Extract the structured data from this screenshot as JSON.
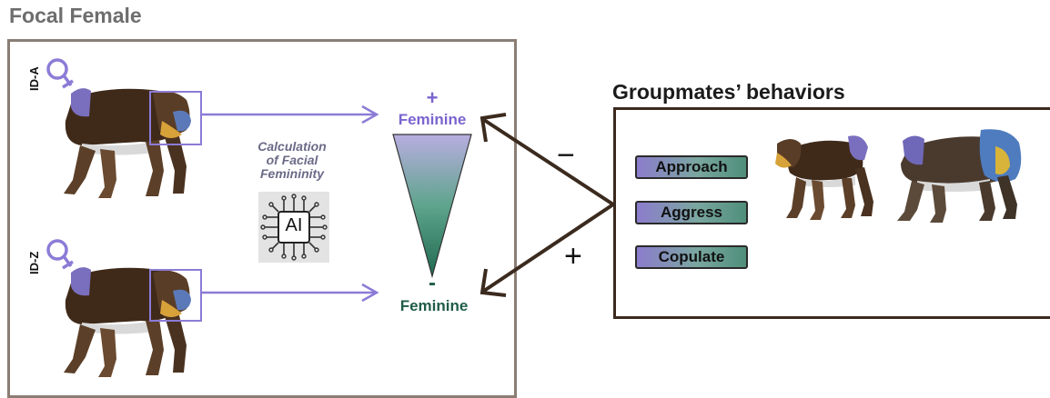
{
  "focal": {
    "title": "Focal Female",
    "individuals": [
      {
        "id": "ID-A"
      },
      {
        "id": "ID-Z"
      }
    ]
  },
  "calculation": {
    "line1": "Calculation",
    "line2": "of Facial",
    "line3": "Femininity",
    "chip_label": "AI"
  },
  "scale": {
    "top_sign": "+",
    "top_label": "Feminine",
    "bottom_sign": "-",
    "bottom_label": "Feminine",
    "top_color": "#b8aee0",
    "bottom_color": "#1f6b50"
  },
  "relations": {
    "upper_sign": "−",
    "lower_sign": "+"
  },
  "groupmates": {
    "title": "Groupmates’ behaviors",
    "behaviors": [
      "Approach",
      "Aggress",
      "Copulate"
    ]
  },
  "colors": {
    "arrow_purple": "#8c7bd6",
    "arrow_brown": "#3b2a1e",
    "focal_border": "#8a7d74"
  },
  "icons": {
    "female_symbol": "female-icon",
    "face_highlight": "face-box-icon",
    "baboon": "mandrill-icon",
    "chip": "ai-chip-icon"
  }
}
